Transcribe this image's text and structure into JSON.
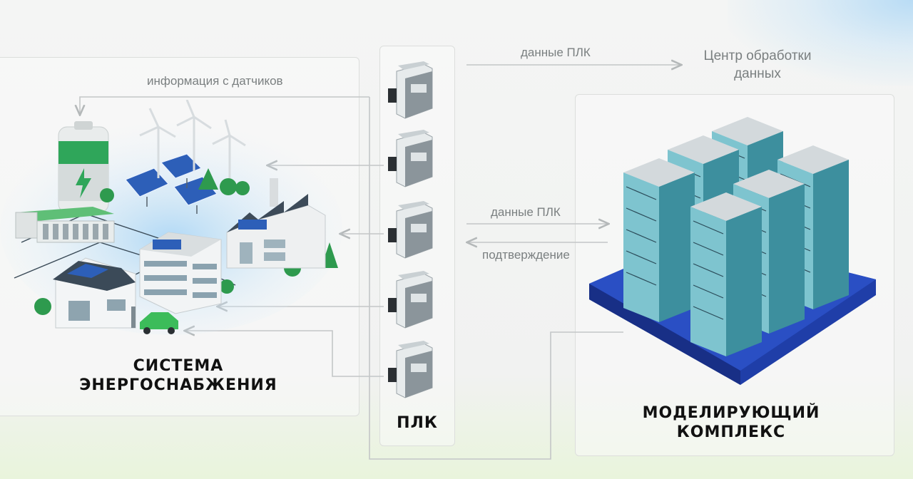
{
  "labels": {
    "sensor_info": "информация с датчиков",
    "plc_data_top": "данные ПЛК",
    "data_center": "Центр обработки данных",
    "plc_data_mid": "данные ПЛК",
    "confirmation": "подтверждение"
  },
  "titles": {
    "power_system": "СИСТЕМА ЭНЕРГОСНАБЖЕНИЯ",
    "plc": "ПЛК",
    "modeling_complex": "МОДЕЛИРУЮЩИЙ КОМПЛЕКС"
  },
  "colors": {
    "battery": "#2fa65a",
    "platform": "#1f3ea8",
    "rack_glass": "#7ec4cf",
    "arrow": "#b9bcbd"
  }
}
